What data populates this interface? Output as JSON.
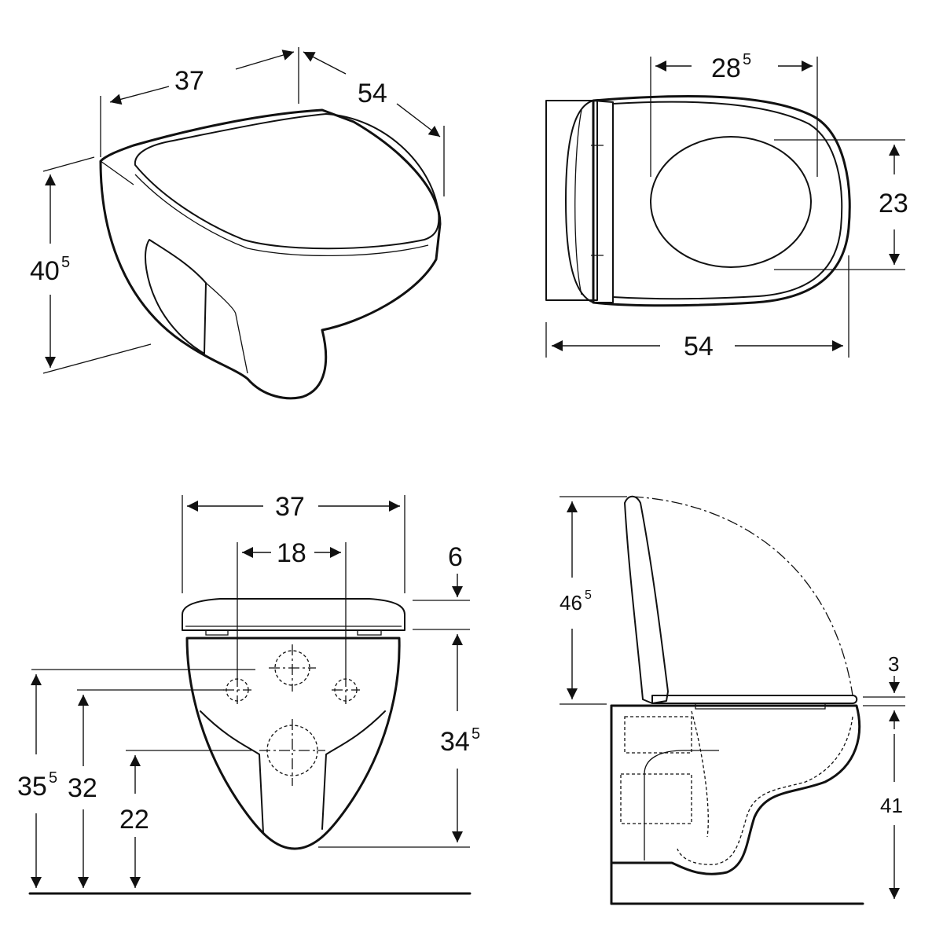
{
  "views": {
    "perspective": {
      "width_main": "37",
      "depth_main": "54",
      "height_main": "40",
      "height_sup": "5"
    },
    "top": {
      "opening_width_main": "28",
      "opening_width_sup": "5",
      "opening_depth": "23",
      "total_depth": "54"
    },
    "front": {
      "width": "37",
      "bolt_spacing": "18",
      "seat_thickness": "6",
      "bowl_height_main": "34",
      "bowl_height_sup": "5",
      "drain_height_main": "35",
      "drain_height_sup": "5",
      "bolt_height": "32",
      "outlet_height": "22"
    },
    "side": {
      "lid_height_main": "46",
      "lid_height_sup": "5",
      "seat_gap": "3",
      "rim_height": "41"
    }
  },
  "colors": {
    "line": "#111111",
    "background": "#ffffff"
  }
}
